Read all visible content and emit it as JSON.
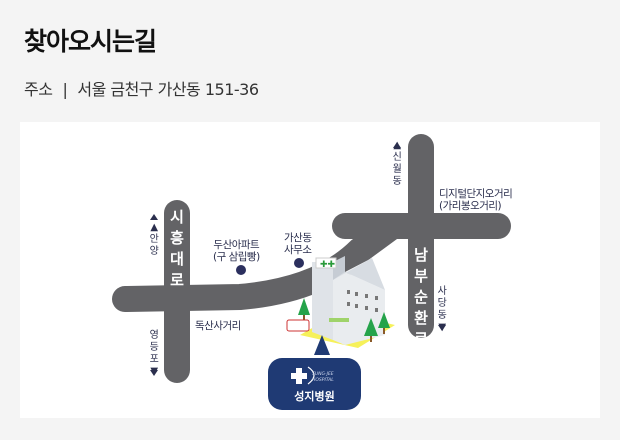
{
  "header": {
    "title": "찾아오시는길",
    "address_label": "주소",
    "separator": "|",
    "address": "서울 금천구 가산동 151-36"
  },
  "map": {
    "roads": {
      "left_vertical": "시흥대로",
      "right_vertical": "남부순환로"
    },
    "directions": {
      "up_left": "▲안양",
      "down_left": "영등포▼",
      "up_right": "▲신월동",
      "down_right": "사당동▼"
    },
    "landmarks": {
      "apartment": "두산아파트",
      "apartment_sub": "(구 삼립빵)",
      "office": "가산동",
      "office_sub": "사무소",
      "intersection_left": "독산사거리",
      "intersection_right": "디지털단지오거리",
      "intersection_right_sub": "(가리봉오거리)"
    },
    "hospital": {
      "name": "성지병원",
      "logo_text": "SUNG-JEE HOSPITAL",
      "sign": "HOSPITAL"
    },
    "colors": {
      "road": "#636366",
      "marker": "#1f3a74",
      "base": "#f6f15a"
    }
  }
}
